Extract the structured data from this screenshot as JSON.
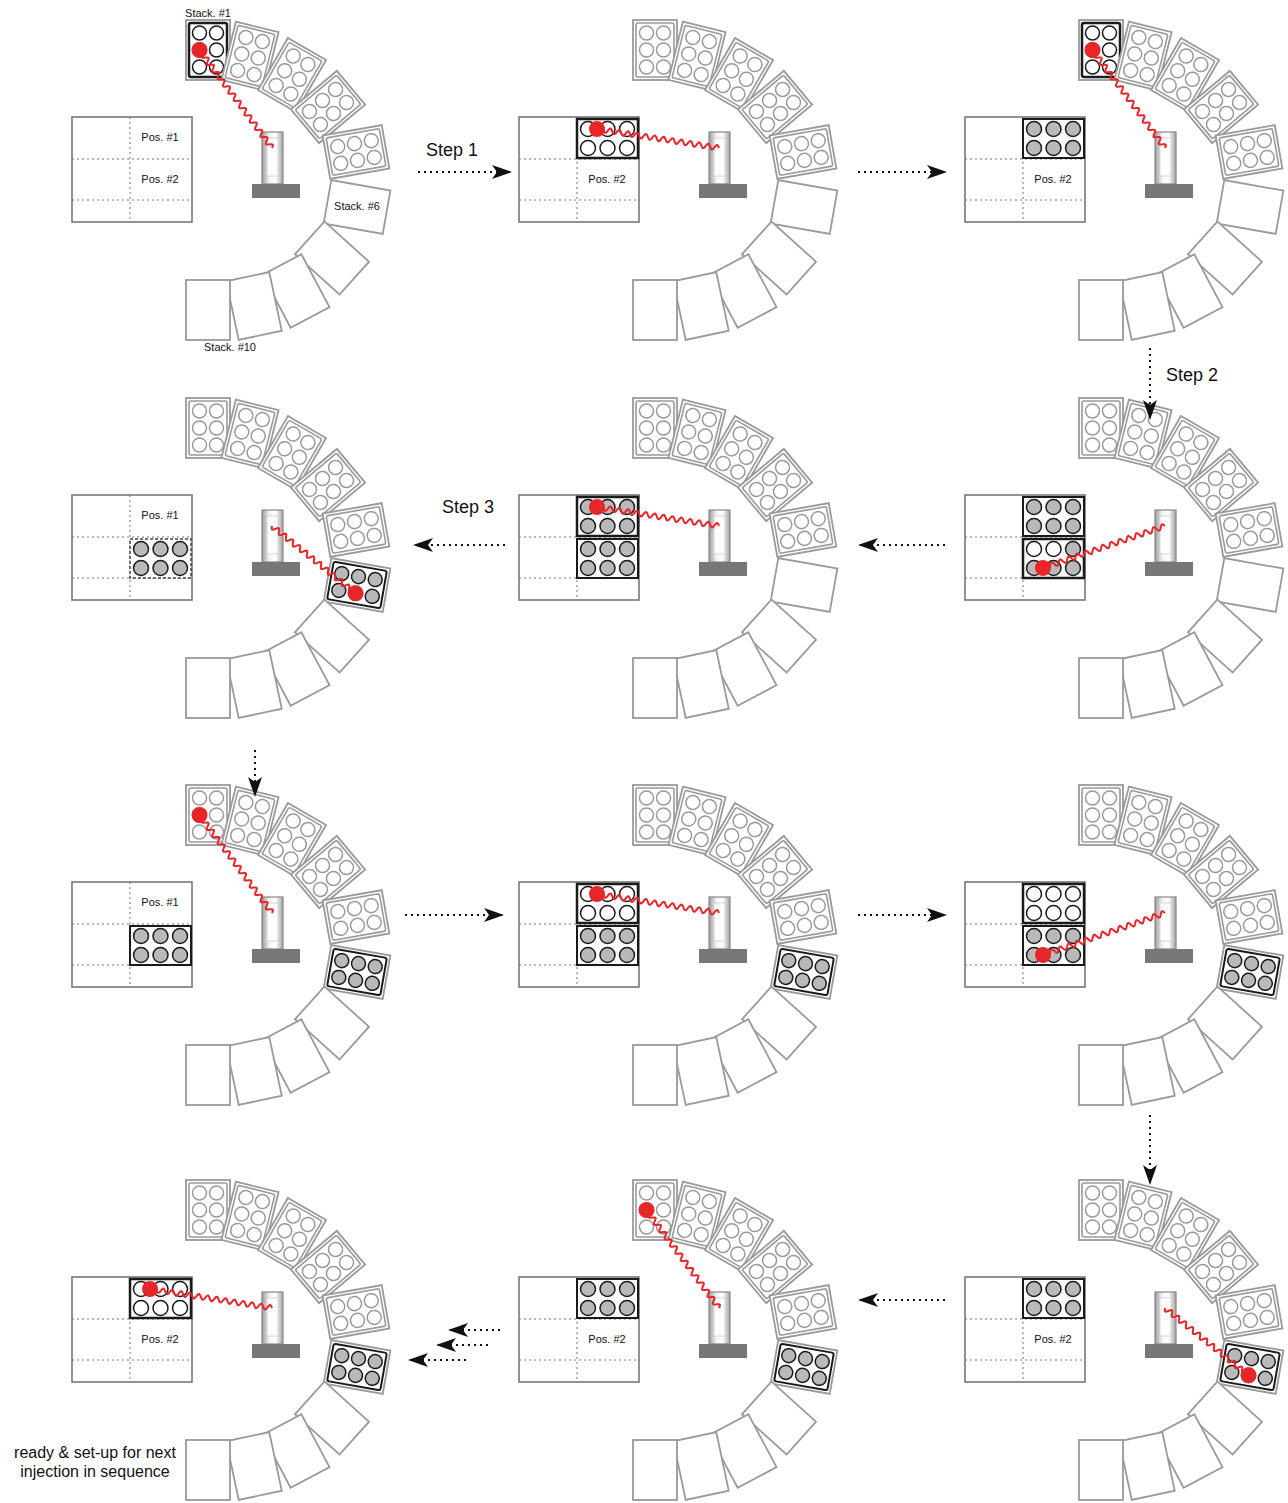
{
  "diagram": {
    "labels": [
      "Stack. #1",
      "Pos. #1",
      "Pos. #2",
      "Stack. #6",
      "Stack. #10",
      "Step 1",
      "Pos. #2",
      "Pos. #2",
      "Step 2",
      "Step 3",
      "Pos. #1",
      "Pos. #1",
      "Pos. #2",
      "Pos. #2",
      "Pos. #2",
      "ready & set-up for next injection in sequence"
    ]
  }
}
